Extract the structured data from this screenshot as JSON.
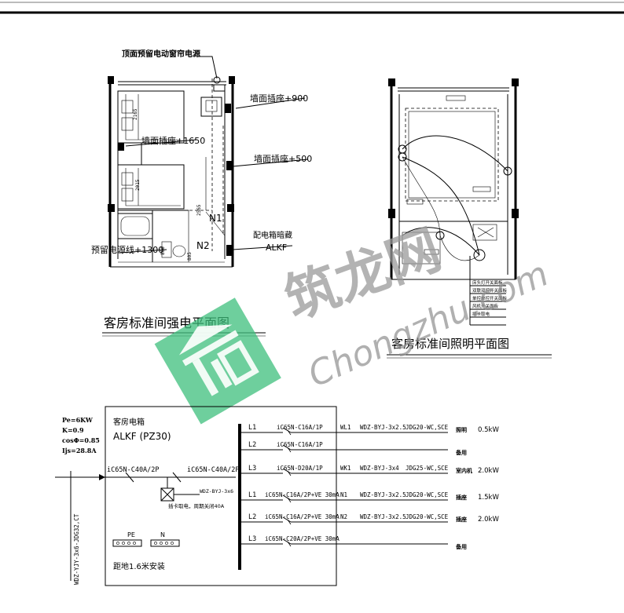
{
  "power_plan": {
    "title": "客房标准间强电平面图",
    "callouts": {
      "curtain": "顶面预留电动窗帘电源",
      "socket_900": "墙面插座+900",
      "socket_1650": "墙面插座+1650",
      "socket_500": "墙面插座+500",
      "panel": "配电箱暗藏",
      "panel_name": "ALKF",
      "reserved": "预留电源线+1300",
      "n1": "N1",
      "n2": "N2"
    },
    "dims": {
      "d1": "2165",
      "d2": "2015",
      "d3": "2565",
      "d4": "860",
      "d5": "805"
    }
  },
  "lighting_plan": {
    "title": "客房标准间照明平面图",
    "legend": [
      "床头灯开关面板",
      "双联双控开关面板",
      "单控单控开关面板",
      "风机开关面板",
      "插卡取电"
    ]
  },
  "panel_diagram": {
    "params": [
      "Pe=6KW",
      "K=0.9",
      "cosΦ=0.85",
      "Ijs=28.8A"
    ],
    "box_title": "客房电箱",
    "box_name": "ALKF (PZ30)",
    "incoming_cable": "WDZ-YJY-3x6-JDG32,CT",
    "main_breaker": "iC65N-C40A/2P",
    "second_breaker": "iC65N-C40A/2P",
    "card_switch": "插卡取电，周期关闭40A",
    "card_cable": "WDZ-BYJ-3x6",
    "pe_label": "PE",
    "n_label": "N",
    "install_note": "距地1.6米安装",
    "circuits": [
      {
        "phase": "L1",
        "breaker": "iC65N-C16A/1P",
        "id": "WL1",
        "cable": "WDZ-BYJ-3x2.5",
        "conduit": "JDG20-WC,SCE",
        "use": "照明",
        "load": "0.5kW"
      },
      {
        "phase": "L2",
        "breaker": "iC65N-C16A/1P",
        "id": "",
        "cable": "",
        "conduit": "",
        "use": "备用",
        "load": ""
      },
      {
        "phase": "L3",
        "breaker": "iC65N-D20A/1P",
        "id": "WK1",
        "cable": "WDZ-BYJ-3x4",
        "conduit": "JDG25-WC,SCE",
        "use": "室内机",
        "load": "2.0kW"
      },
      {
        "phase": "L1",
        "breaker": "iC65N-C16A/2P+VE 30mA",
        "id": "N1",
        "cable": "WDZ-BYJ-3x2.5",
        "conduit": "JDG20-WC,SCE",
        "use": "插座",
        "load": "1.5kW"
      },
      {
        "phase": "L2",
        "breaker": "iC65N-C16A/2P+VE 30mA",
        "id": "N2",
        "cable": "WDZ-BYJ-3x2.5",
        "conduit": "JDG20-WC,SCE",
        "use": "插座",
        "load": "2.0kW"
      },
      {
        "phase": "L3",
        "breaker": "iC65N-C20A/2P+VE 30mA",
        "id": "",
        "cable": "",
        "conduit": "",
        "use": "备用",
        "load": ""
      }
    ]
  },
  "watermark": {
    "cn": "筑龙网",
    "latin": "Chongzhu.com"
  },
  "colors": {
    "watermark_green": "#3dbf7c",
    "line": "#000000"
  }
}
